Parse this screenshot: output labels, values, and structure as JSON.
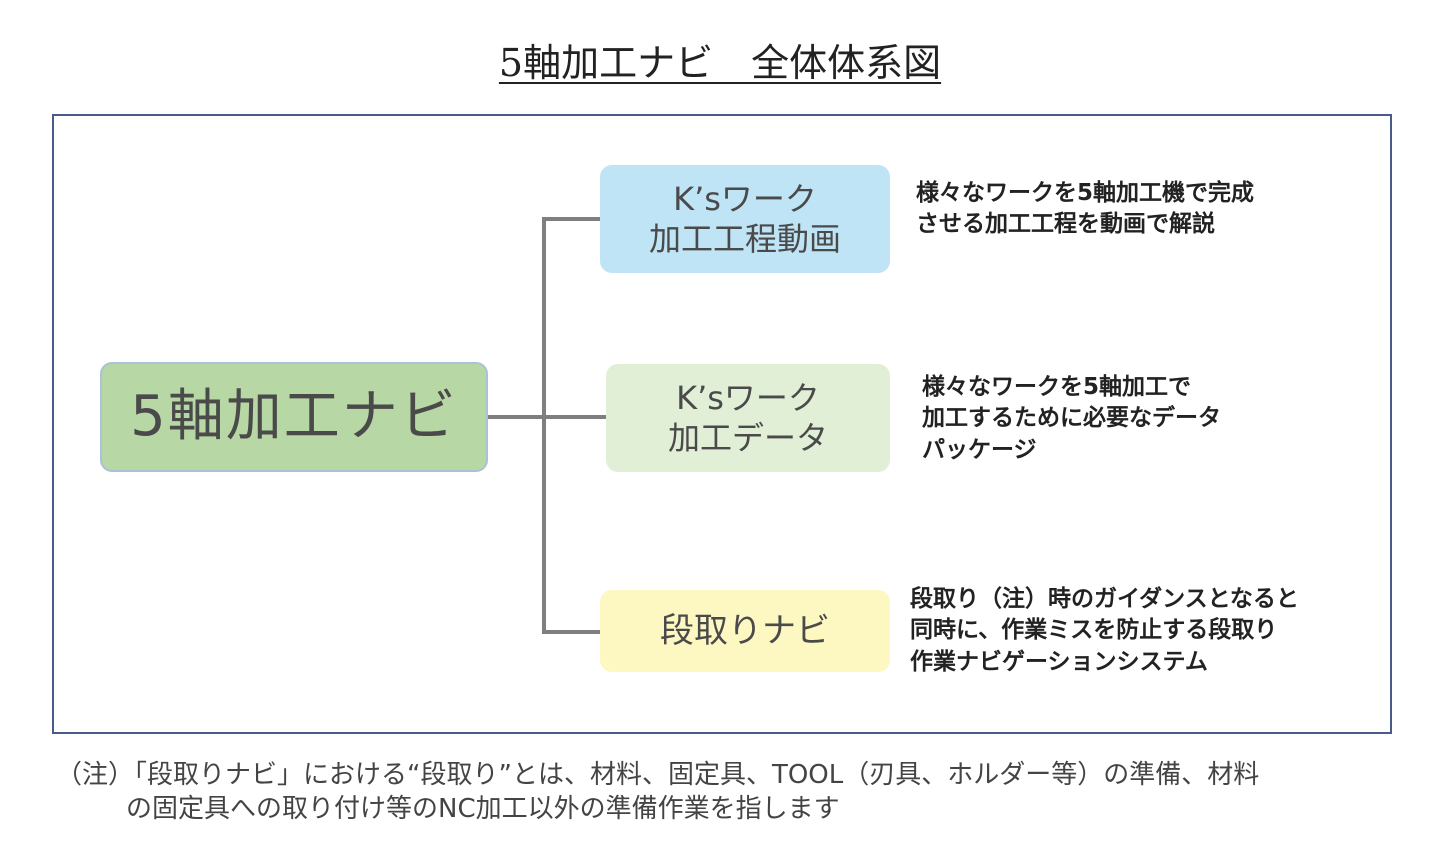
{
  "title": "5軸加工ナビ　全体体系図",
  "root": {
    "label": "5軸加工ナビ"
  },
  "children": [
    {
      "line1": "K’sワーク",
      "line2": "加工工程動画",
      "color": "#bfe4f6",
      "description": [
        "様々なワークを5軸加工機で完成",
        "させる加工工程を動画で解説"
      ]
    },
    {
      "line1": "K’sワーク",
      "line2": "加工データ",
      "color": "#e2efd7",
      "description": [
        "様々なワークを5軸加工で",
        "加工するために必要なデータ",
        "パッケージ"
      ]
    },
    {
      "line1": "段取りナビ",
      "color": "#fdf7c2",
      "description": [
        "段取り（注）時のガイダンスとなると",
        "同時に、作業ミスを防止する段取り",
        "作業ナビゲーションシステム"
      ]
    }
  ],
  "note": {
    "line1": "（注）「段取りナビ」における“段取り”とは、材料、固定具、TOOL（刃具、ホルダー等）の準備、材料",
    "line2": "の固定具への取り付け等のNC加工以外の準備作業を指します"
  },
  "colors": {
    "root_fill": "#b7d7a4",
    "root_border": "#a9c2d8",
    "connector": "#7f7f7f",
    "frame_border": "#4a5a8a"
  }
}
